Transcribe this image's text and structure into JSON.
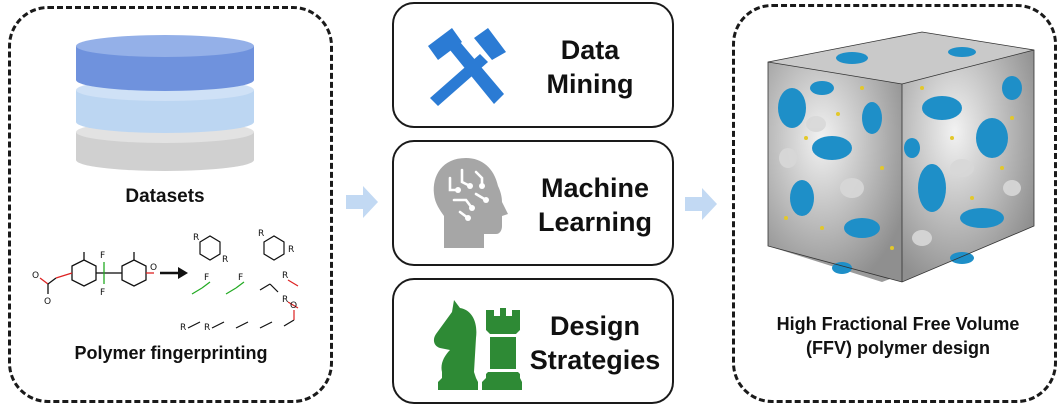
{
  "left_panel": {
    "datasets_label": "Datasets",
    "fingerprint_label": "Polymer fingerprinting",
    "database_icon": "database-icon",
    "colors": {
      "top": "#6f92dd",
      "middle": "#bcd6f2",
      "bottom": "#d0d0d0"
    }
  },
  "middle_panel": {
    "items": [
      {
        "line1": "Data",
        "line2": "Mining",
        "icon": "hammers-icon",
        "color": "#2b7bd4"
      },
      {
        "line1": "Machine",
        "line2": "Learning",
        "icon": "brain-head-icon",
        "color": "#a6a6a6"
      },
      {
        "line1": "Design",
        "line2": "Strategies",
        "icon": "chess-pieces-icon",
        "color": "#2e8a35"
      }
    ]
  },
  "right_panel": {
    "caption_line1": "High Fractional Free Volume",
    "caption_line2": "(FFV) polymer design",
    "image_icon": "polymer-box-simulation-icon"
  },
  "arrow_color": "#c2d9f3",
  "fragments": {
    "r": "R",
    "f": "F",
    "o": "O"
  }
}
